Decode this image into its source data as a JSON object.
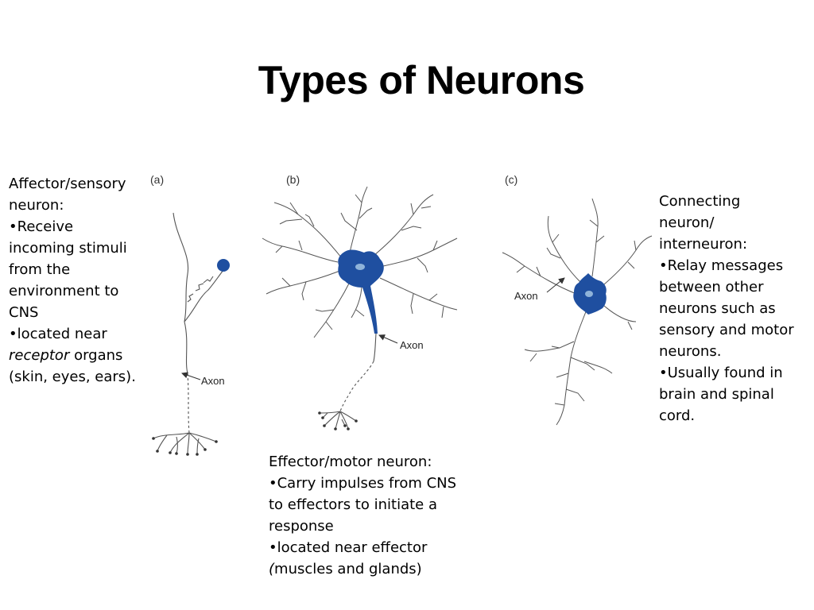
{
  "title": "Types of Neurons",
  "sensory": {
    "panel_label": "(a)",
    "axon_label": "Axon",
    "lines": [
      "Affector/sensory",
      "neuron:",
      "•Receive",
      "incoming stimuli",
      "from the",
      "environment to",
      "CNS",
      "•located near",
      "organs",
      "(skin, eyes, ears)."
    ],
    "emphasis": "receptor"
  },
  "motor": {
    "panel_label": "(b)",
    "axon_label": "Axon",
    "lines": [
      "Effector/motor neuron:",
      "•Carry impulses from CNS",
      "to effectors to initiate a",
      "response",
      "•located near effector",
      "muscles and glands)"
    ],
    "open_paren": "("
  },
  "inter": {
    "panel_label": "(c)",
    "axon_label": "Axon",
    "lines": [
      "Connecting",
      "neuron/",
      "interneuron:",
      "•Relay messages",
      "between other",
      "neurons such as",
      "sensory and motor",
      "neurons.",
      "•Usually found in",
      "brain and spinal",
      "cord."
    ]
  },
  "colors": {
    "cell_body": "#1f4fa0",
    "nucleus": "#8fb3d9",
    "line": "#555555"
  }
}
